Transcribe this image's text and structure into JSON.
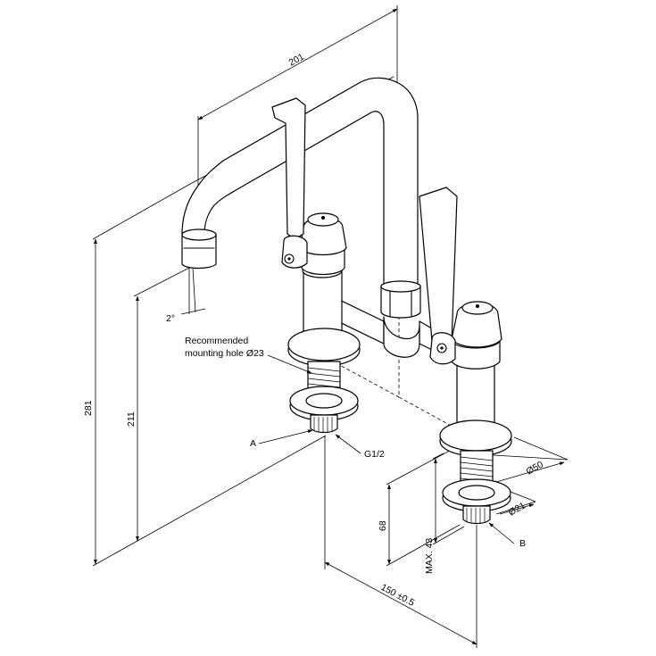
{
  "dimensions": {
    "spout_reach": "201",
    "total_height": "281",
    "spout_height": "211",
    "spout_angle": "2°",
    "base_diameter": "Ø50",
    "thread_diameter": "Ø21",
    "shank_length": "68",
    "max_thickness": "MAX. 43",
    "centers": "150 ±0.5"
  },
  "labels": {
    "mounting_note_line1": "Recommended",
    "mounting_note_line2": "mounting hole Ø23",
    "callout_a": "A",
    "callout_b": "B",
    "thread_spec": "G1/2"
  }
}
